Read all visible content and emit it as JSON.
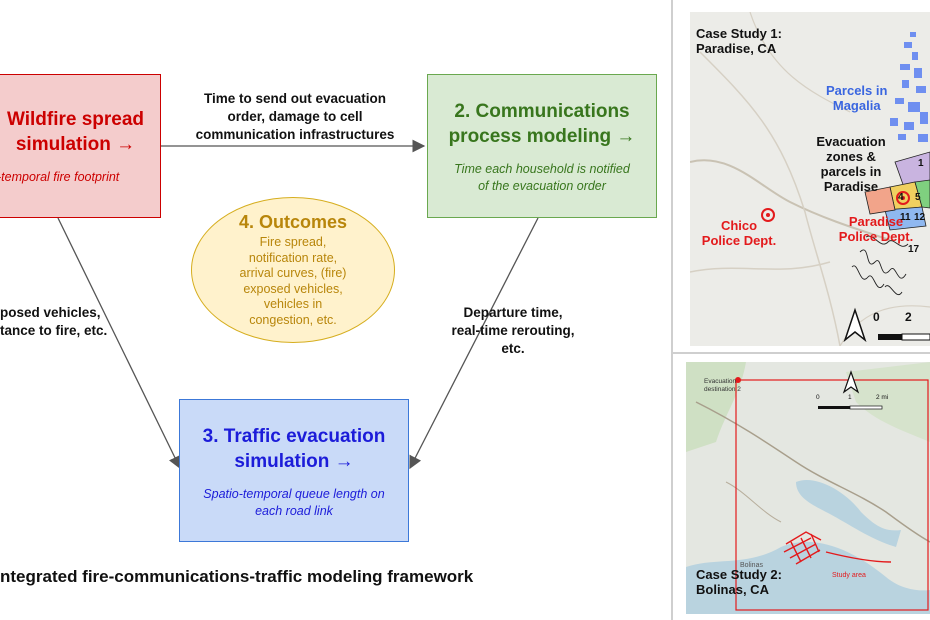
{
  "diagram": {
    "box1": {
      "title_line1": "Wildfire spread",
      "title_line2": "simulation →",
      "subtitle": "-temporal fire footprint"
    },
    "box2": {
      "title_line1": "2. Communications",
      "title_line2": "process modeling →",
      "subtitle_line1": "Time each household is notified",
      "subtitle_line2": "of the evacuation order"
    },
    "box3": {
      "title_line1": "3. Traffic evacuation",
      "title_line2": "simulation →",
      "subtitle_line1": "Spatio-temporal queue length on",
      "subtitle_line2": "each road link"
    },
    "outcomes": {
      "title": "4. Outcomes",
      "lines": [
        "Fire spread,",
        "notification rate,",
        "arrival curves, (fire)",
        "exposed vehicles,",
        "vehicles in",
        "congestion, etc."
      ]
    },
    "edge_1_2": [
      "Time to send out evacuation",
      "order, damage to cell",
      "communication infrastructures"
    ],
    "edge_1_3": [
      "posed vehicles,",
      "tance to fire, etc."
    ],
    "edge_2_3": [
      "Departure time,",
      "real-time rerouting,",
      "etc."
    ],
    "caption": "ntegrated fire-communications-traffic modeling framework"
  },
  "map1": {
    "title_line1": "Case Study 1:",
    "title_line2": "Paradise, CA",
    "parcels_magalia": [
      "Parcels in",
      "Magalia"
    ],
    "evac_zones": [
      "Evacuation",
      "zones &",
      "parcels in",
      "Paradise"
    ],
    "chico_pd": [
      "Chico",
      "Police Dept."
    ],
    "paradise_pd": [
      "Paradise",
      "Police Dept."
    ],
    "zone_numbers": [
      "1",
      "4",
      "5",
      "11",
      "12",
      "17"
    ],
    "scale": [
      "0",
      "2"
    ]
  },
  "map2": {
    "title_line1": "Case Study 2:",
    "title_line2": "Bolinas, CA",
    "evac_dest": [
      "Evacuation",
      "destination 2"
    ],
    "scale": [
      "0",
      "1",
      "2 mi"
    ],
    "town": "Bolinas",
    "study_area": "Study area"
  },
  "colors": {
    "fire_fill": "#f4cccc",
    "fire_border": "#cc0000",
    "fire_text": "#cc0000",
    "comm_fill": "#d9ead3",
    "comm_border": "#6aa84f",
    "comm_text": "#38761d",
    "traffic_fill": "#c9daf8",
    "traffic_border": "#3c78d8",
    "traffic_text": "#1c1cd9",
    "outcome_fill": "#fff2cc",
    "outcome_border": "#d6ae1f",
    "outcome_text": "#b8860b",
    "map_red": "#e31a1c",
    "parcel_blue": "#6f8ff0"
  }
}
